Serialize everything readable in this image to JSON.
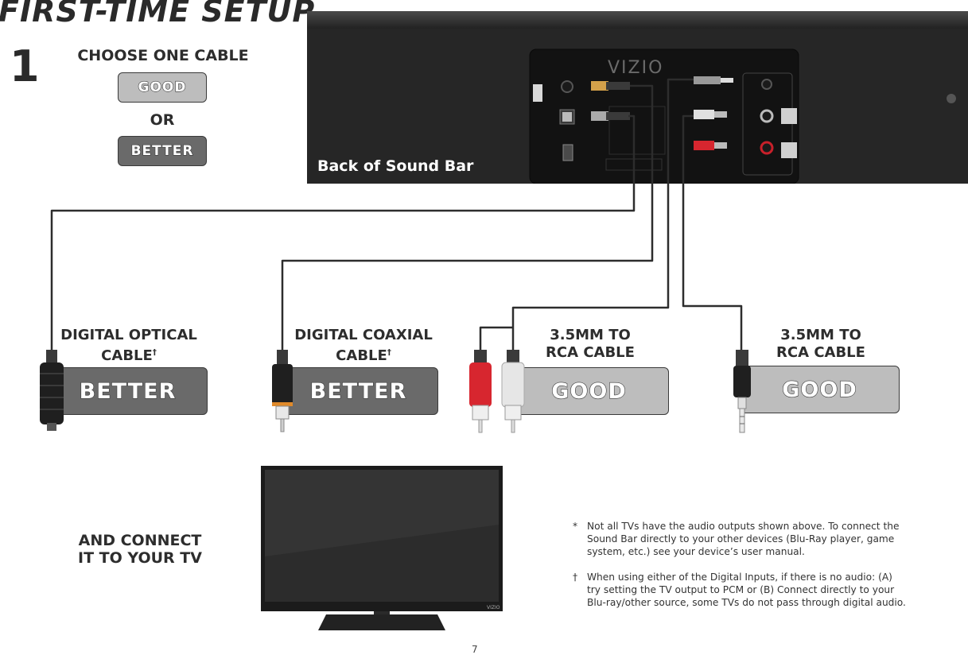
{
  "page": {
    "title": "FIRST-TIME SETUP",
    "step_number": "1",
    "choose_heading": "CHOOSE ONE CABLE",
    "or_text": "OR",
    "legend_good": "GOOD",
    "legend_better": "BETTER",
    "panel_label": "Back of Sound Bar",
    "panel_brand": "VIZIO",
    "tv_brand": "VIZIO",
    "connect_heading_line1": "AND CONNECT",
    "connect_heading_line2": "IT TO YOUR TV",
    "page_number": "7"
  },
  "cables": [
    {
      "line1": "DIGITAL OPTICAL",
      "line2": "CABLE",
      "mark": "†",
      "rating": "BETTER"
    },
    {
      "line1": "DIGITAL COAXIAL",
      "line2": "CABLE",
      "mark": "†",
      "rating": "BETTER"
    },
    {
      "line1": "3.5MM TO",
      "line2": "RCA CABLE",
      "mark": "",
      "rating": "GOOD"
    },
    {
      "line1": "3.5MM TO",
      "line2": "RCA CABLE",
      "mark": "",
      "rating": "GOOD"
    }
  ],
  "notes": [
    {
      "symbol": "*",
      "text": "Not all TVs have the audio outputs shown above. To connect the Sound Bar directly to your other devices (Blu-Ray player, game system, etc.) see your device’s user manual."
    },
    {
      "symbol": "†",
      "text": "When using either of the Digital Inputs, if there is no audio: (A) try setting the TV output to PCM or (B) Connect directly to your Blu-ray/other source, some TVs do not pass through digital audio."
    }
  ],
  "colors": {
    "good": "#bdbdbd",
    "better": "#6a6a6a",
    "panel": "#2a2a2a",
    "rca_red": "#d7262f",
    "rca_white": "#e6e6e6",
    "coax_orange": "#e08a2a"
  }
}
